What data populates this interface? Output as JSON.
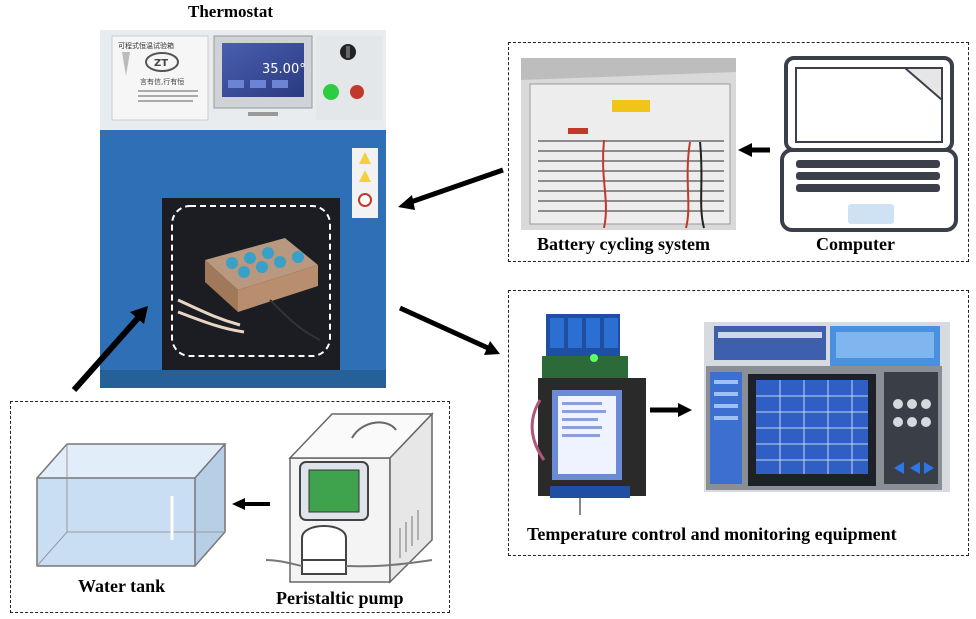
{
  "labels": {
    "thermostat": "Thermostat",
    "battery_cycling": "Battery cycling system",
    "computer": "Computer",
    "temp_control": "Temperature control and monitoring equipment",
    "water_tank": "Water tank",
    "peristaltic_pump": "Peristaltic pump"
  },
  "thermostat_panel": {
    "brand_text": "可程式恒温试验箱",
    "logo": "ZT",
    "slogan": "言有信,行有恒",
    "display_value": "35.00°"
  },
  "colors": {
    "thermostat_body": "#2f6fb5",
    "water": "#c9def2",
    "pump_screen": "#3fa34d",
    "arrow": "#000000"
  }
}
